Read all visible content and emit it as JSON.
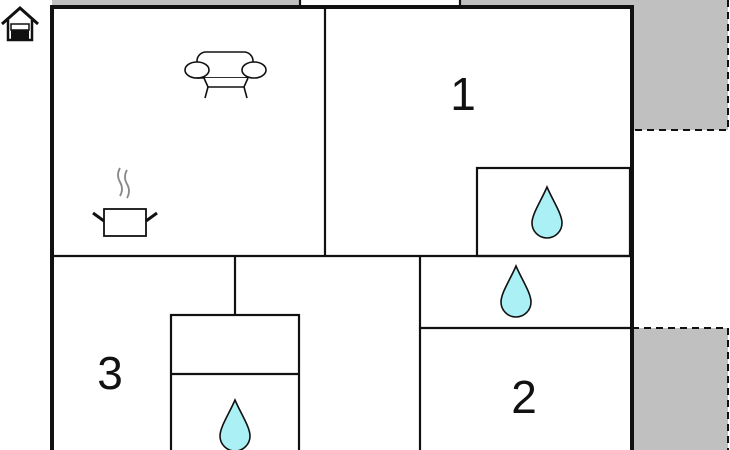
{
  "colors": {
    "wall": "#111111",
    "outdoor_area": "#c0c0c0",
    "water_drop": "#aaf0f5",
    "background": "#ffffff"
  },
  "icons": {
    "entrance": "house-entrance-icon",
    "living_room": "sofa-icon",
    "kitchen": "cooking-pot-icon",
    "bathroom": "water-drop-icon"
  },
  "rooms": [
    {
      "label": "1",
      "type": "bedroom"
    },
    {
      "label": "2",
      "type": "bedroom"
    },
    {
      "label": "3",
      "type": "bedroom"
    }
  ]
}
